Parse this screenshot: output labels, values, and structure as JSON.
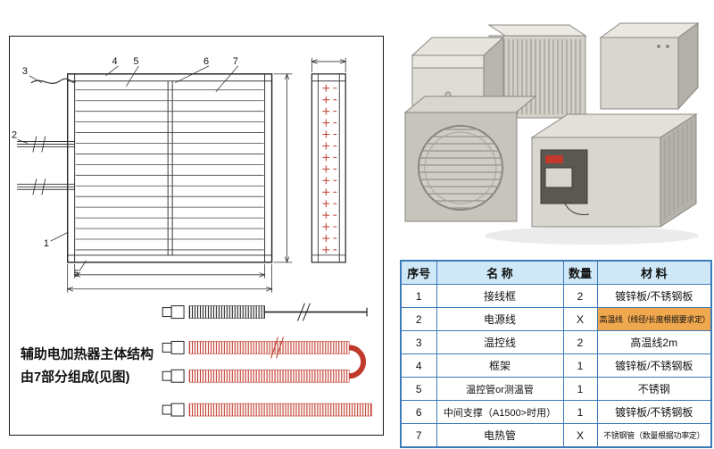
{
  "colors": {
    "table_border": "#3d7ab8",
    "table_header_bg": "#cfe8f7",
    "highlight_bg": "#f0a84e",
    "element_red": "#c0392b",
    "line_black": "#222222"
  },
  "diagram": {
    "caption_line1": "辅助电加热器主体结构",
    "caption_line2": "由7部分组成(见图)",
    "callouts": {
      "c1": "1",
      "c2": "2",
      "c3": "3",
      "c4": "4",
      "c5": "5",
      "c6": "6",
      "c7": "7",
      "c5b": "5"
    }
  },
  "table": {
    "headers": [
      "序号",
      "名  称",
      "数量",
      "材  料"
    ],
    "rows": [
      {
        "no": "1",
        "name": "接线框",
        "qty": "2",
        "material": "镀锌板/不锈钢板"
      },
      {
        "no": "2",
        "name": "电源线",
        "qty": "X",
        "material": "高温线（线径/长度根据要求定）"
      },
      {
        "no": "3",
        "name": "温控线",
        "qty": "2",
        "material": "高温线2m"
      },
      {
        "no": "4",
        "name": "框架",
        "qty": "1",
        "material": "镀锌板/不锈钢板"
      },
      {
        "no": "5",
        "name": "温控管or测温管",
        "qty": "1",
        "material": "不锈钢"
      },
      {
        "no": "6",
        "name": "中间支撑（A1500>时用）",
        "qty": "1",
        "material": "镀锌板/不锈钢板"
      },
      {
        "no": "7",
        "name": "电热管",
        "qty": "X",
        "material": "不锈钢管（数量根据功率定）"
      }
    ]
  }
}
